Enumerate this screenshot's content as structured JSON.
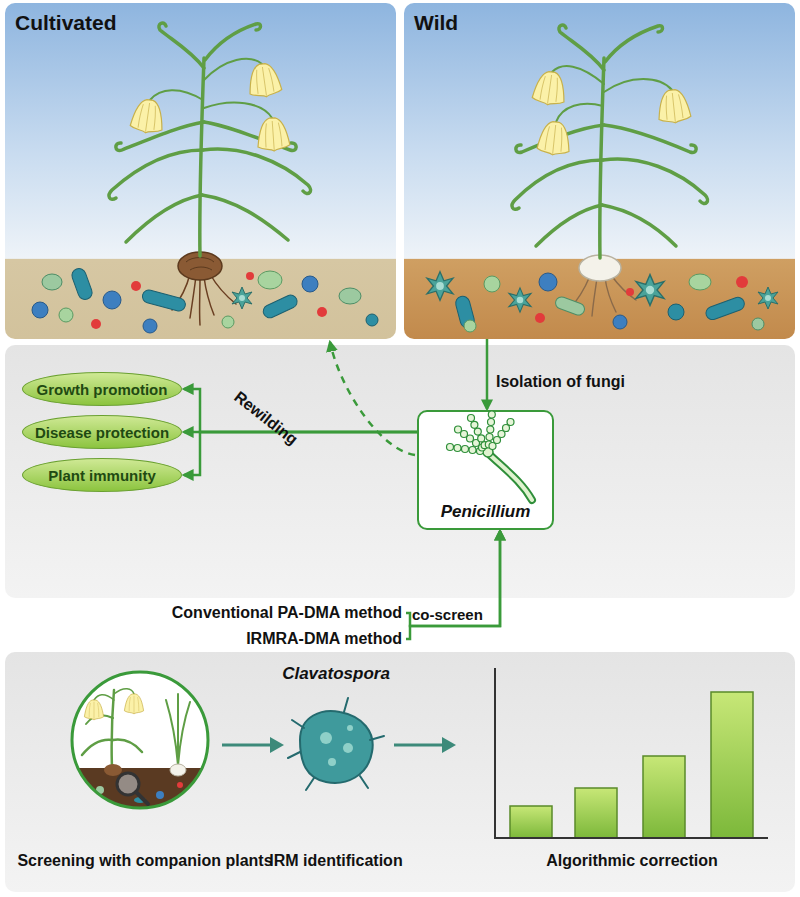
{
  "diagram": {
    "nodes": [
      {
        "text": [
          "Cultivated"
        ]
      },
      {
        "text": [
          "Wild"
        ]
      },
      {
        "text": [
          "Growth promotion"
        ]
      },
      {
        "text": [
          "Disease protection"
        ]
      },
      {
        "text": [
          "Plant immunity"
        ]
      },
      {
        "text": [
          "Penicillium"
        ]
      },
      {
        "text": [
          "Conventional PA-DMA method"
        ]
      },
      {
        "text": [
          "IRMRA-DMA method"
        ]
      }
    ],
    "edges": [
      {
        "from": 1,
        "to": 5,
        "label": "Isolation of fungi",
        "arrow": "to"
      },
      {
        "from": 5,
        "to": 0,
        "label": "Rewilding",
        "arrow": "to"
      },
      {
        "from": 5,
        "to": 2,
        "arrow": "to"
      },
      {
        "from": 5,
        "to": 3,
        "arrow": "to"
      },
      {
        "from": 5,
        "to": 4,
        "arrow": "to"
      },
      {
        "from": 6,
        "to": 5,
        "arrow": "to"
      },
      {
        "from": 7,
        "to": 5,
        "label": "co-screen",
        "arrow": "to"
      }
    ],
    "labels": [
      "Clavatospora",
      "Screening with companion plants",
      "IRM identification",
      "Algorithmic correction"
    ]
  }
}
